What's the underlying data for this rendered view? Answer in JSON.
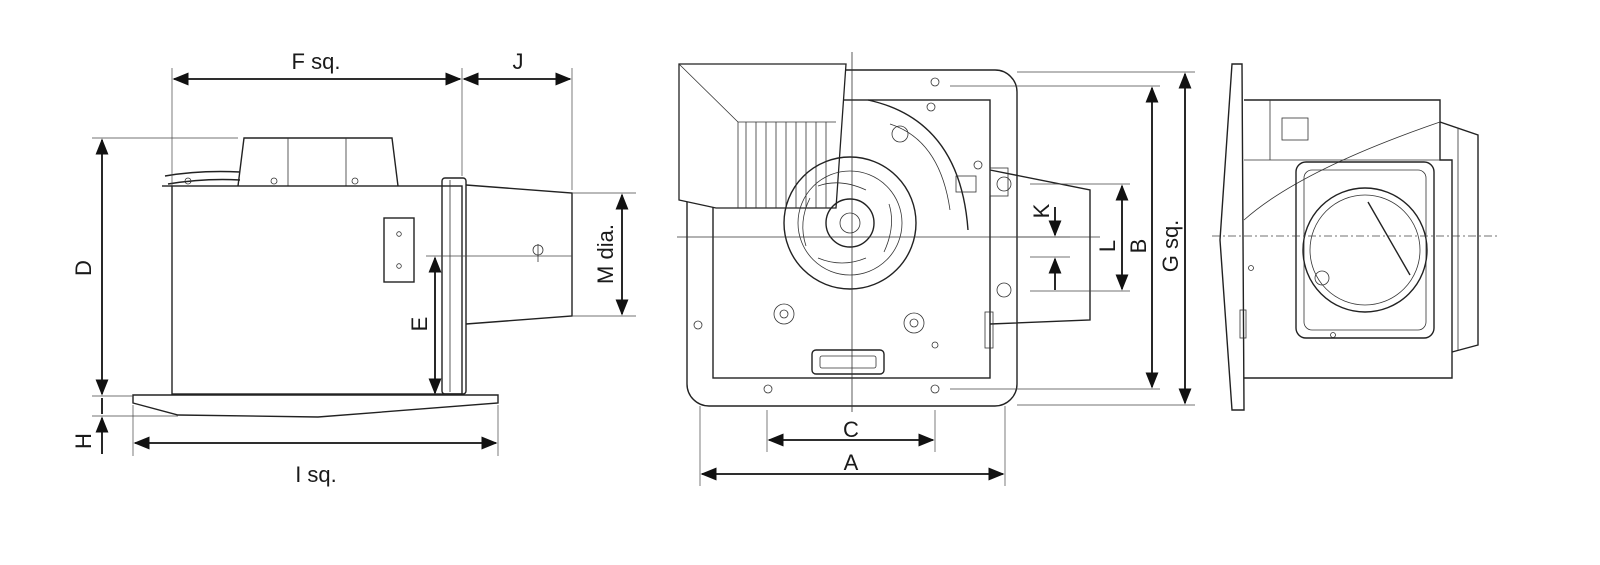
{
  "labels": {
    "f": "F sq.",
    "j": "J",
    "d": "D",
    "e": "E",
    "h": "H",
    "i": "I sq.",
    "m": "M dia.",
    "c": "C",
    "a": "A",
    "b": "B",
    "g": "G sq.",
    "k": "K",
    "l": "L"
  },
  "colors": {
    "line": "#222222",
    "background": "#ffffff"
  }
}
